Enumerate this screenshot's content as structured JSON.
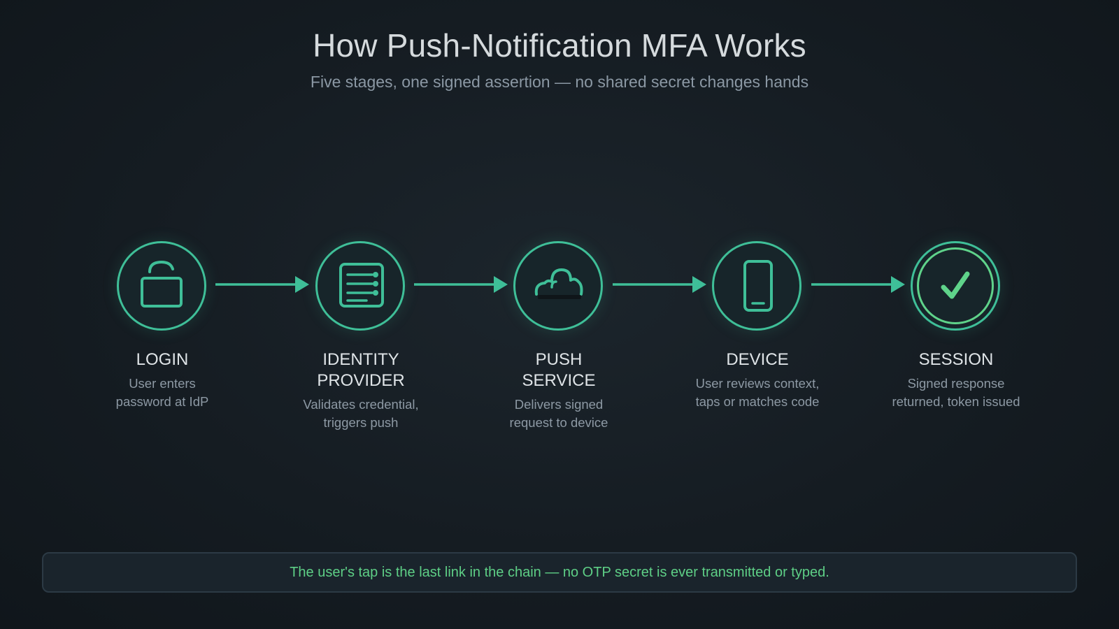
{
  "title": "How Push-Notification MFA Works",
  "subtitle": "Five stages, one signed assertion — no shared secret changes hands",
  "colors": {
    "accent": "#3fbf98",
    "success": "#5fd38a",
    "background": "#151c22"
  },
  "stages": [
    {
      "label": "LOGIN",
      "description": "User enters\npassword at IdP",
      "icon": "padlock-icon"
    },
    {
      "label": "IDENTITY\nPROVIDER",
      "description": "Validates credential,\ntriggers push",
      "icon": "document-list-icon"
    },
    {
      "label": "PUSH\nSERVICE",
      "description": "Delivers signed\nrequest to device",
      "icon": "cloud-icon"
    },
    {
      "label": "DEVICE",
      "description": "User reviews context,\ntaps or matches code",
      "icon": "smartphone-icon"
    },
    {
      "label": "SESSION",
      "description": "Signed response\nreturned, token issued",
      "icon": "checkmark-icon"
    }
  ],
  "footer": "The user's tap is the last link in the chain — no OTP secret is ever transmitted or typed."
}
